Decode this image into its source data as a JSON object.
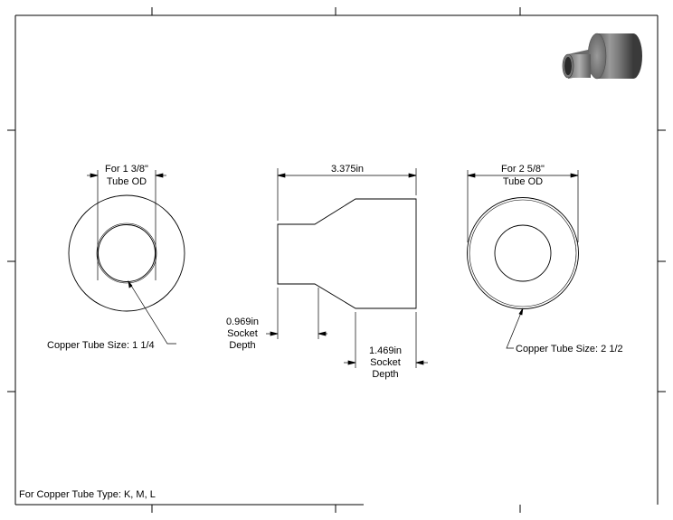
{
  "left_view": {
    "od_label_line1": "For 1 3/8\"",
    "od_label_line2": "Tube OD",
    "callout": "Copper Tube Size: 1 1/4"
  },
  "side_view": {
    "length": "3.375in",
    "small_socket": {
      "value": "0.969in",
      "line2": "Socket",
      "line3": "Depth"
    },
    "large_socket": {
      "value": "1.469in",
      "line2": "Socket",
      "line3": "Depth"
    }
  },
  "right_view": {
    "od_label_line1": "For 2 5/8\"",
    "od_label_line2": "Tube OD",
    "callout": "Copper Tube Size: 2 1/2"
  },
  "footer": {
    "tube_type": "For Copper Tube Type: K, M, L"
  }
}
